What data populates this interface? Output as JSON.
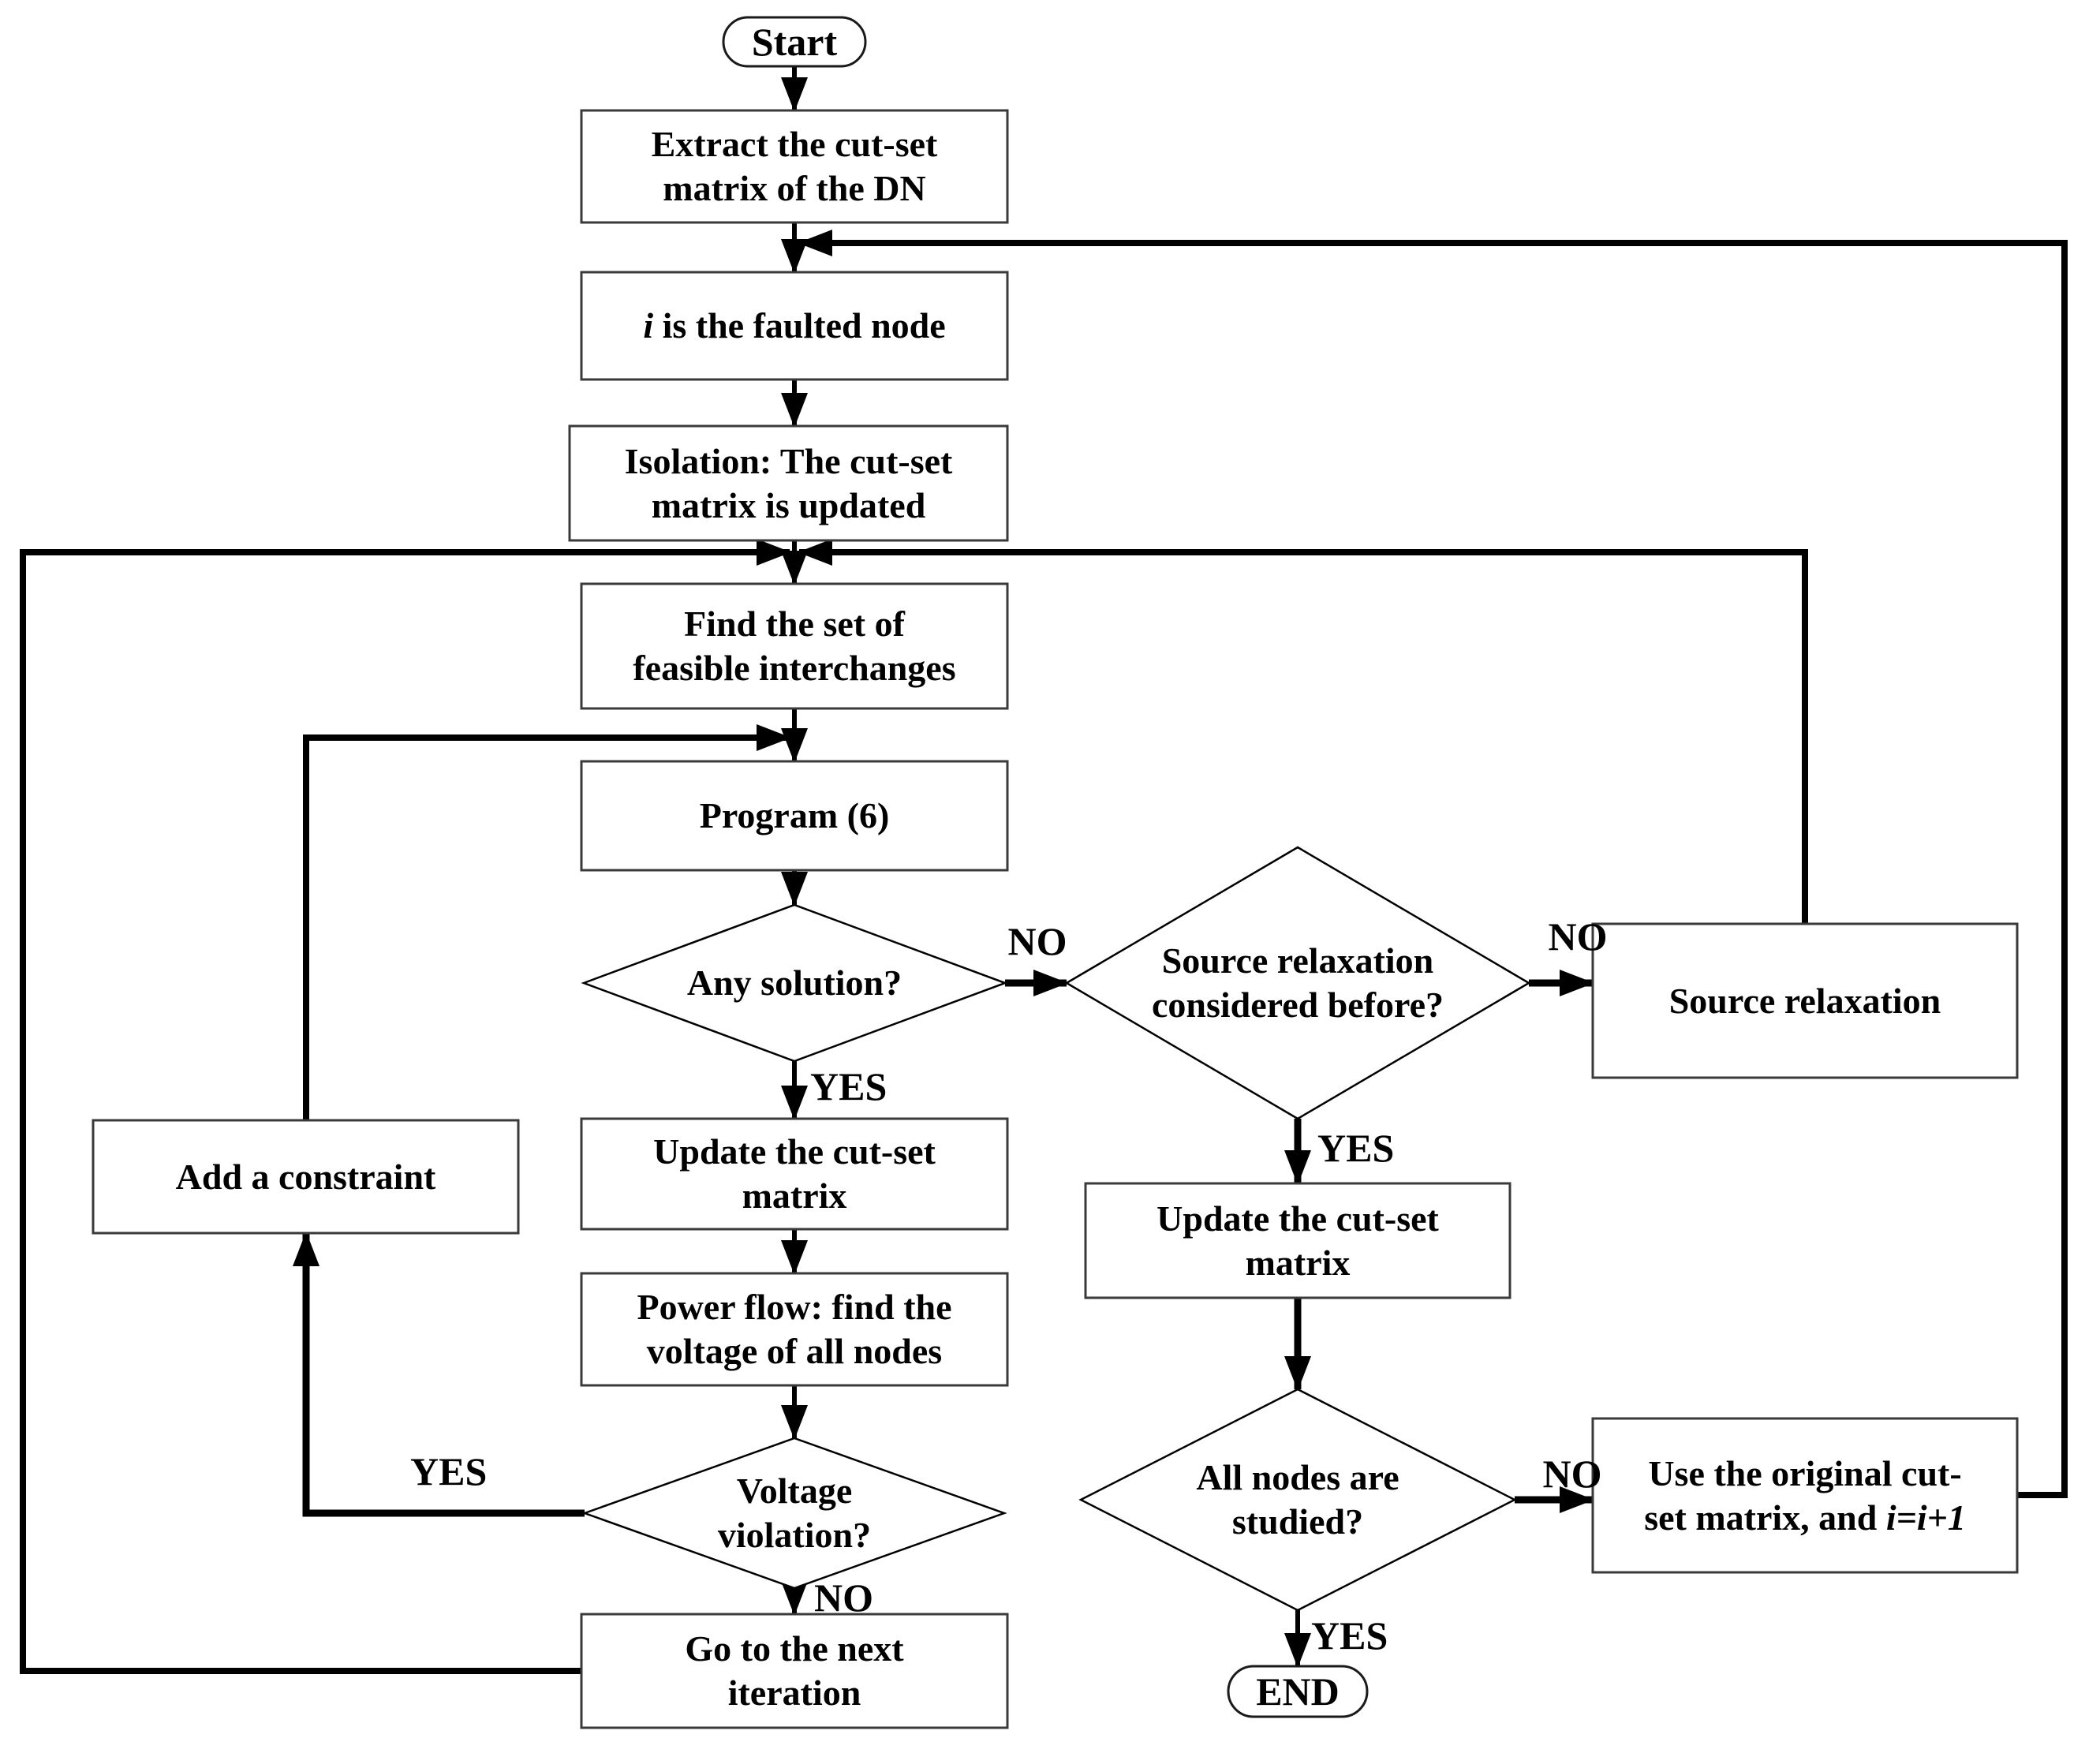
{
  "figure": {
    "type": "flowchart",
    "background_color": "#ffffff",
    "line_color": "#000000",
    "text_color": "#000000"
  },
  "labels": {
    "yes": "YES",
    "no": "NO"
  },
  "nodes": {
    "start": {
      "shape": "terminator",
      "label": "Start"
    },
    "extract": {
      "shape": "process",
      "lines": [
        "Extract the cut-set",
        "matrix of the DN"
      ]
    },
    "faulted": {
      "shape": "process",
      "italic": "i",
      "rest": " is the faulted node"
    },
    "isolation": {
      "shape": "process",
      "lines": [
        "Isolation: The cut-set",
        "matrix is updated"
      ]
    },
    "findset": {
      "shape": "process",
      "lines": [
        "Find the set of",
        "feasible interchanges"
      ]
    },
    "program": {
      "shape": "process",
      "label": "Program (6)"
    },
    "anysolution": {
      "shape": "decision",
      "label": "Any solution?"
    },
    "update1": {
      "shape": "process",
      "lines": [
        "Update the cut-set",
        "matrix"
      ]
    },
    "powerflow": {
      "shape": "process",
      "lines": [
        "Power flow: find the",
        "voltage of all nodes"
      ]
    },
    "voltage": {
      "shape": "decision",
      "lines": [
        "Voltage",
        "violation?"
      ]
    },
    "gonext": {
      "shape": "process",
      "lines": [
        "Go to the next",
        "iteration"
      ]
    },
    "addconstraint": {
      "shape": "process",
      "label": "Add a constraint"
    },
    "sourceconsidered": {
      "shape": "decision",
      "lines": [
        "Source relaxation",
        "considered before?"
      ]
    },
    "sourcerelax": {
      "shape": "process",
      "label": "Source relaxation"
    },
    "update2": {
      "shape": "process",
      "lines": [
        "Update the cut-set",
        "matrix"
      ]
    },
    "allnodes": {
      "shape": "decision",
      "lines": [
        "All nodes are",
        "studied?"
      ]
    },
    "useoriginal": {
      "shape": "process",
      "line1": "Use the original cut-",
      "line2_prefix": "set matrix, and ",
      "line2_italic": "i=i+1"
    },
    "end": {
      "shape": "terminator",
      "label": "END"
    }
  }
}
